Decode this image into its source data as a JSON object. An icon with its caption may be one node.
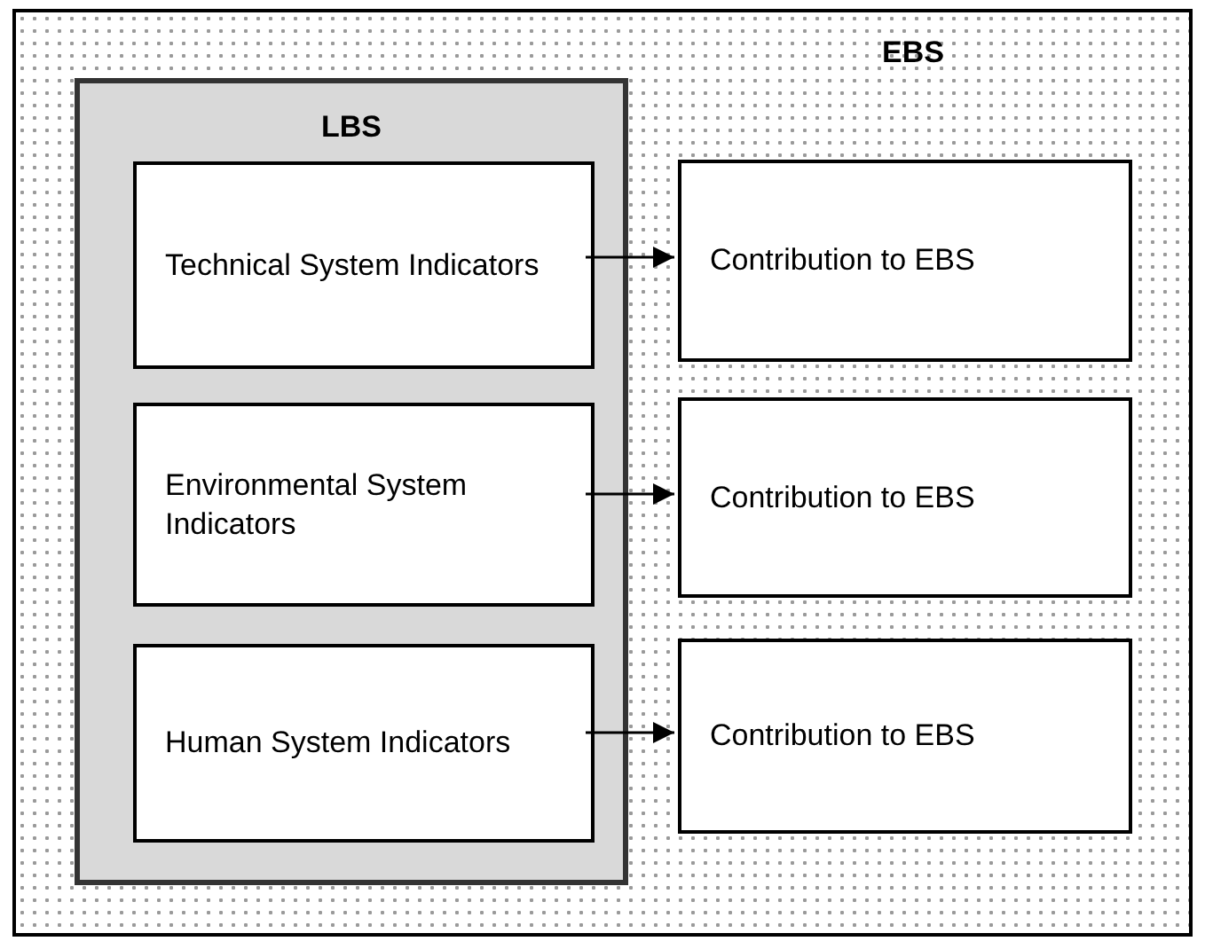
{
  "diagram": {
    "nodes": [
      {
        "text": [
          "EBS"
        ]
      },
      {
        "text": [
          "LBS"
        ],
        "in": 0
      },
      {
        "text": [
          "Technical System Indicators"
        ],
        "in": 1
      },
      {
        "text": [
          "Environmental System Indicators"
        ],
        "in": 1
      },
      {
        "text": [
          "Human System Indicators"
        ],
        "in": 1
      },
      {
        "text": [
          "Contribution to EBS"
        ],
        "in": 0
      },
      {
        "text": [
          "Contribution to EBS"
        ],
        "in": 0
      },
      {
        "text": [
          "Contribution to EBS"
        ],
        "in": 0
      }
    ],
    "edges": [
      {
        "from": 2,
        "to": 5,
        "arrow": "to"
      },
      {
        "from": 3,
        "to": 6,
        "arrow": "to"
      },
      {
        "from": 4,
        "to": 7,
        "arrow": "to"
      }
    ]
  }
}
